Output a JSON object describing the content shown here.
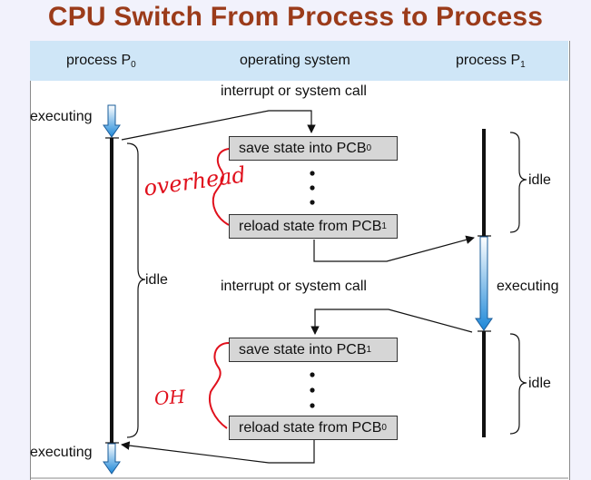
{
  "title": "CPU Switch From Process to Process",
  "columns": {
    "left_prefix": "process P",
    "left_sub": "0",
    "middle": "operating system",
    "right_prefix": "process P",
    "right_sub": "1"
  },
  "labels": {
    "interrupt_top": "interrupt or system call",
    "interrupt_mid": "interrupt or system call",
    "executing_top_left": "executing",
    "executing_bottom_left": "executing",
    "executing_right": "executing",
    "idle_left": "idle",
    "idle_right_top": "idle",
    "idle_right_bottom": "idle"
  },
  "boxes": {
    "save_1": {
      "text": "save state into PCB",
      "sub": "0"
    },
    "reload_1": {
      "text": "reload state from PCB",
      "sub": "1"
    },
    "save_2": {
      "text": "save state into PCB",
      "sub": "1"
    },
    "reload_2": {
      "text": "reload state from PCB",
      "sub": "0"
    }
  },
  "annotations": {
    "overhead": "overhead",
    "oh": "OH"
  },
  "colors": {
    "title": "#9b3b1a",
    "header_band": "#cfe6f7",
    "annotation": "#e0101c",
    "executing_arrow_top": "#d8ecf8",
    "executing_arrow_bottom": "#1e88d8"
  }
}
